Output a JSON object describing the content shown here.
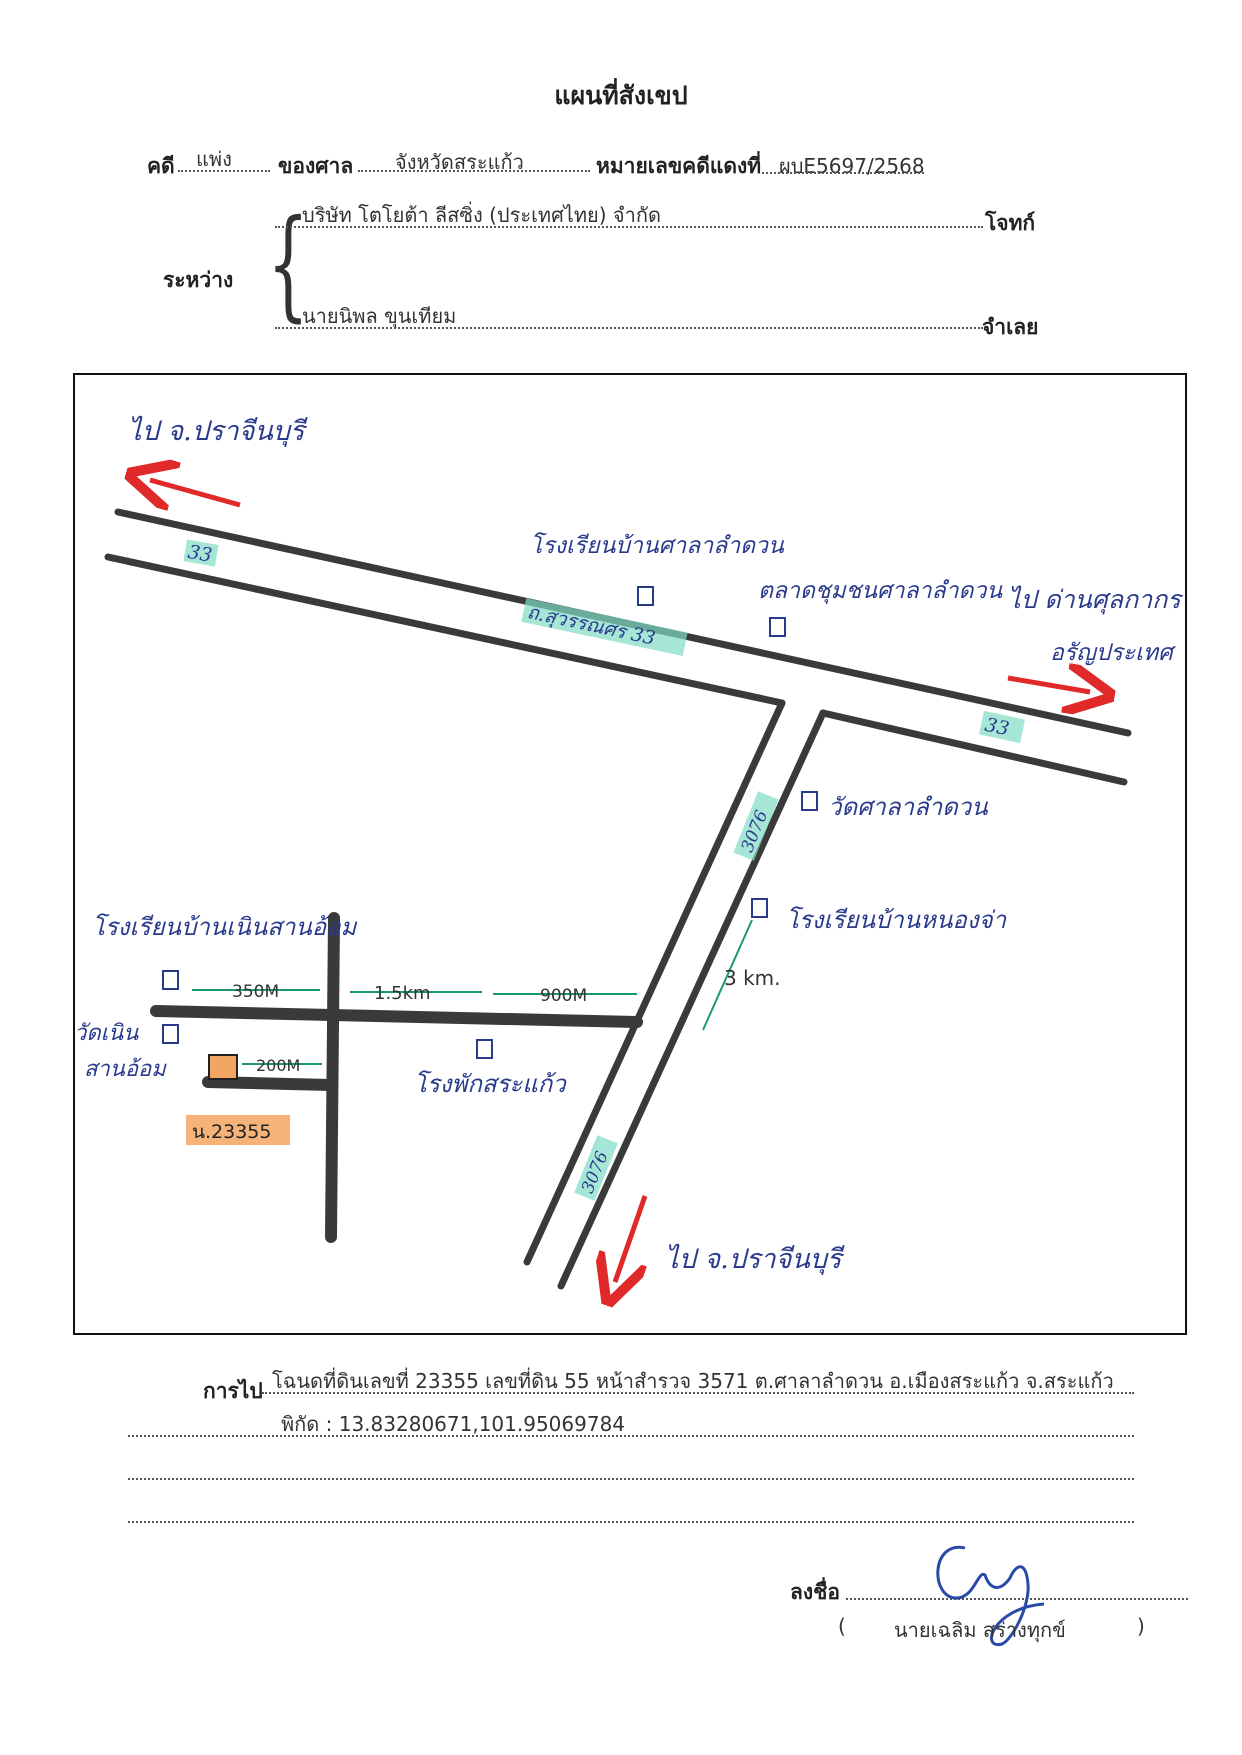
{
  "header": {
    "title": "แผนที่สังเขป",
    "case_label": "คดี",
    "case_type": "แพ่ง",
    "court_label": "ของศาล",
    "court_name": "จังหวัดสระแก้ว",
    "red_case_label": "หมายเลขคดีแดงที่",
    "red_case_no": "ผบE5697/2568"
  },
  "parties": {
    "between_label": "ระหว่าง",
    "plaintiff_name": "บริษัท โตโยต้า ลีสซิ่ง (ประเทศไทย) จำกัด",
    "plaintiff_role": "โจทก์",
    "defendant_name": "นายนิพล ขุนเทียม",
    "defendant_role": "จำเลย"
  },
  "map": {
    "to_top_left": "ไป จ.ปราจีนบุรี",
    "to_top_right_1": "ไป ด่านศุลกากร",
    "to_top_right_2": "อรัญประเทศ",
    "to_bottom": "ไป จ.ปราจีนบุรี",
    "road_33_a": "33",
    "road_33_b": "ถ.สุวรรณศร 33",
    "road_33_c": "33",
    "road_3076_a": "3076",
    "road_3076_b": "3076",
    "landmark_school_top": "โรงเรียนบ้านศาลาลำดวน",
    "landmark_market": "ตลาดชุมชนศาลาลำดวน",
    "landmark_temple": "วัดศาลาลำดวน",
    "landmark_school_nongcha": "โรงเรียนบ้านหนองจ่า",
    "landmark_school_noen": "โรงเรียนบ้านเนินสานอ้อม",
    "landmark_temple_noen_1": "วัดเนิน",
    "landmark_temple_noen_2": "สานอ้อม",
    "landmark_hospital": "โรงพักสระแก้ว",
    "dist_350m": "350M",
    "dist_1_5km": "1.5km",
    "dist_900m": "900M",
    "dist_200m": "200M",
    "dist_3km": "3 km.",
    "parcel_label": "น.23355",
    "colors": {
      "road": "#3a3a3a",
      "ink": "#2a3a8c",
      "arrow": "#e02a2a",
      "road_tag": "#7fdcc4",
      "parcel": "#f3a662",
      "measure": "#1a9a6a"
    }
  },
  "directions": {
    "label": "การไป",
    "line1": "โฉนดที่ดินเลขที่ 23355 เลขที่ดิน 55 หน้าสำรวจ 3571 ต.ศาลาลำดวน อ.เมืองสระแก้ว จ.สระแก้ว",
    "line2": "พิกัด : 13.83280671,101.95069784"
  },
  "signature": {
    "sign_label": "ลงชื่อ",
    "open_paren": "(",
    "name": "นายเฉลิม สร่างทุกข์",
    "close_paren": ")"
  }
}
